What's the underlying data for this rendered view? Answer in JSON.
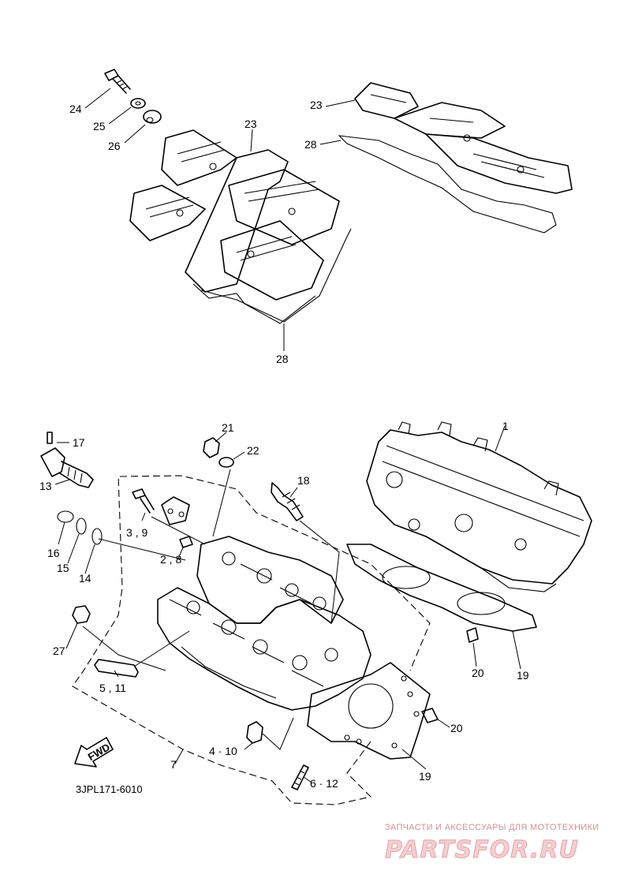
{
  "diagram": {
    "callouts": {
      "p1": "1",
      "p2_8": "2 , 8",
      "p3_9": "3 , 9",
      "p4_10": "4 · 10",
      "p5_11": "5 , 11",
      "p6_12": "6 · 12",
      "p7": "7",
      "p13": "13",
      "p14": "14",
      "p15": "15",
      "p16": "16",
      "p17": "17",
      "p18": "18",
      "p19a": "19",
      "p19b": "19",
      "p20a": "20",
      "p20b": "20",
      "p21": "21",
      "p22": "22",
      "p23a": "23",
      "p23b": "23",
      "p24": "24",
      "p25": "25",
      "p26": "26",
      "p27": "27",
      "p28a": "28",
      "p28b": "28"
    },
    "fwd_arrow_label": "FWD",
    "drawing_code": "3JPL171-6010"
  },
  "watermark": {
    "tagline": "ЗАПЧАСТИ И АКСЕССУАРЫ ДЛЯ МОТОТЕХНИКИ",
    "logo": "PARTSFOR.RU"
  }
}
